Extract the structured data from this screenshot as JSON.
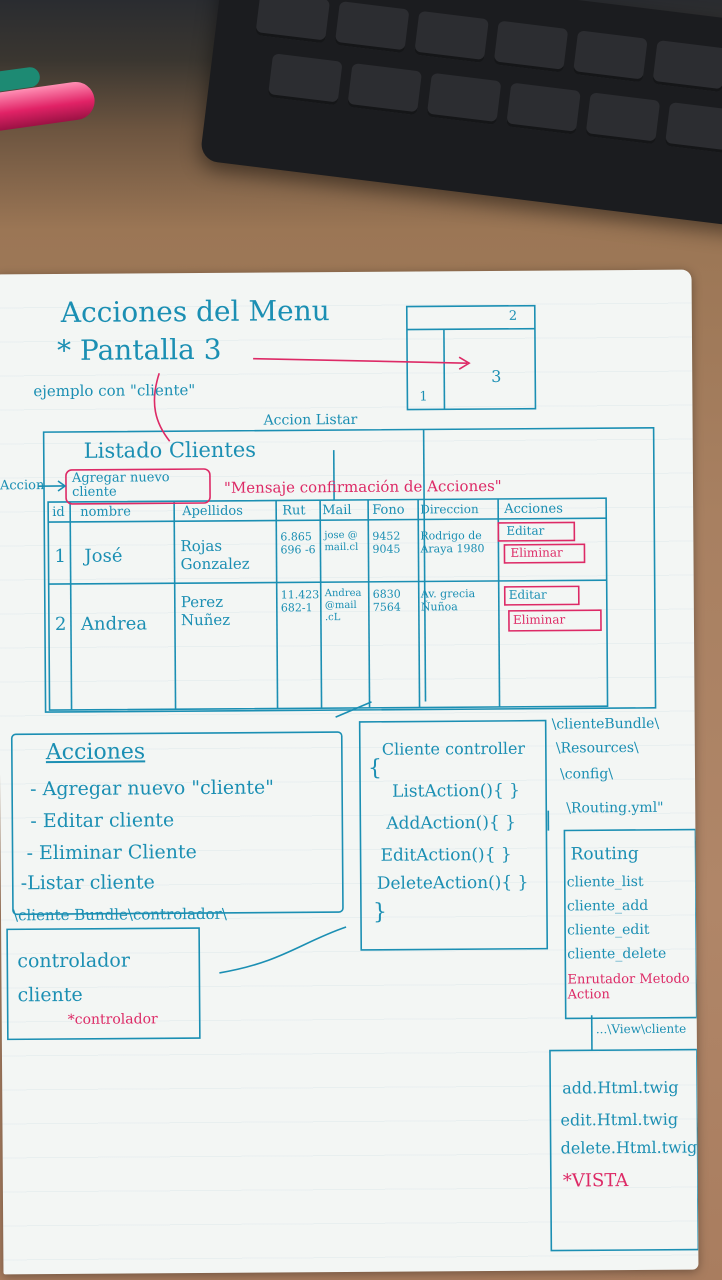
{
  "header": {
    "title": "Acciones del Menu",
    "subtitle": "* Pantalla 3",
    "example": "ejemplo con \"cliente\"",
    "layout_labels": [
      "2",
      "3",
      "1"
    ]
  },
  "wireframe": {
    "top_label": "Accion Listar",
    "side_label": "Accion",
    "title": "Listado Clientes",
    "add_button": "Agregar nuevo cliente",
    "message": "\"Mensaje confirmación de Acciones\"",
    "columns": [
      "id",
      "nombre",
      "Apellidos",
      "Rut",
      "Mail",
      "Fono",
      "Direccion",
      "Acciones"
    ],
    "rows": [
      {
        "id": "1",
        "nombre": "José",
        "apellidos": "Rojas Gonzalez",
        "rut": "6.865 696 -6",
        "mail": "jose @ mail.cl",
        "fono": "9452 9045",
        "direccion": "Rodrigo de Araya 1980",
        "edit": "Editar",
        "delete": "Eliminar"
      },
      {
        "id": "2",
        "nombre": "Andrea",
        "apellidos": "Perez Nuñez",
        "rut": "11.423 682-1",
        "mail": "Andrea @mail .cL",
        "fono": "6830 7564",
        "direccion": "Av. grecia Ñuñoa",
        "edit": "Editar",
        "delete": "Eliminar"
      }
    ]
  },
  "acciones": {
    "heading": "Acciones",
    "items": [
      "- Agregar nuevo \"cliente\"",
      "- Editar cliente",
      "- Eliminar Cliente",
      "-Listar cliente"
    ]
  },
  "bundle": {
    "path": "\\cliente Bundle\\controlador\\",
    "label": "controlador cliente",
    "tag": "*controlador"
  },
  "controller": {
    "title": "Cliente controller",
    "open": "{",
    "methods": [
      "ListAction(){ }",
      "AddAction(){ }",
      "EditAction(){ }",
      "DeleteAction(){ }"
    ],
    "close": "}"
  },
  "routing_path": [
    "\\clienteBundle\\",
    "\\Resources\\",
    "\\config\\",
    "\\Routing.yml\""
  ],
  "routing": {
    "title": "Routing",
    "routes": [
      "cliente_list",
      "cliente_add",
      "cliente_edit",
      "cliente_delete"
    ],
    "tag": "Enrutador Metodo Action"
  },
  "view_path": "...\\View\\cliente",
  "views": {
    "files": [
      "add.Html.twig",
      "edit.Html.twig",
      "delete.Html.twig"
    ],
    "tag": "*VISTA"
  },
  "colors": {
    "ink_blue": "#1b8fb3",
    "ink_pink": "#dd2a66",
    "paper": "#f3f6f4"
  }
}
